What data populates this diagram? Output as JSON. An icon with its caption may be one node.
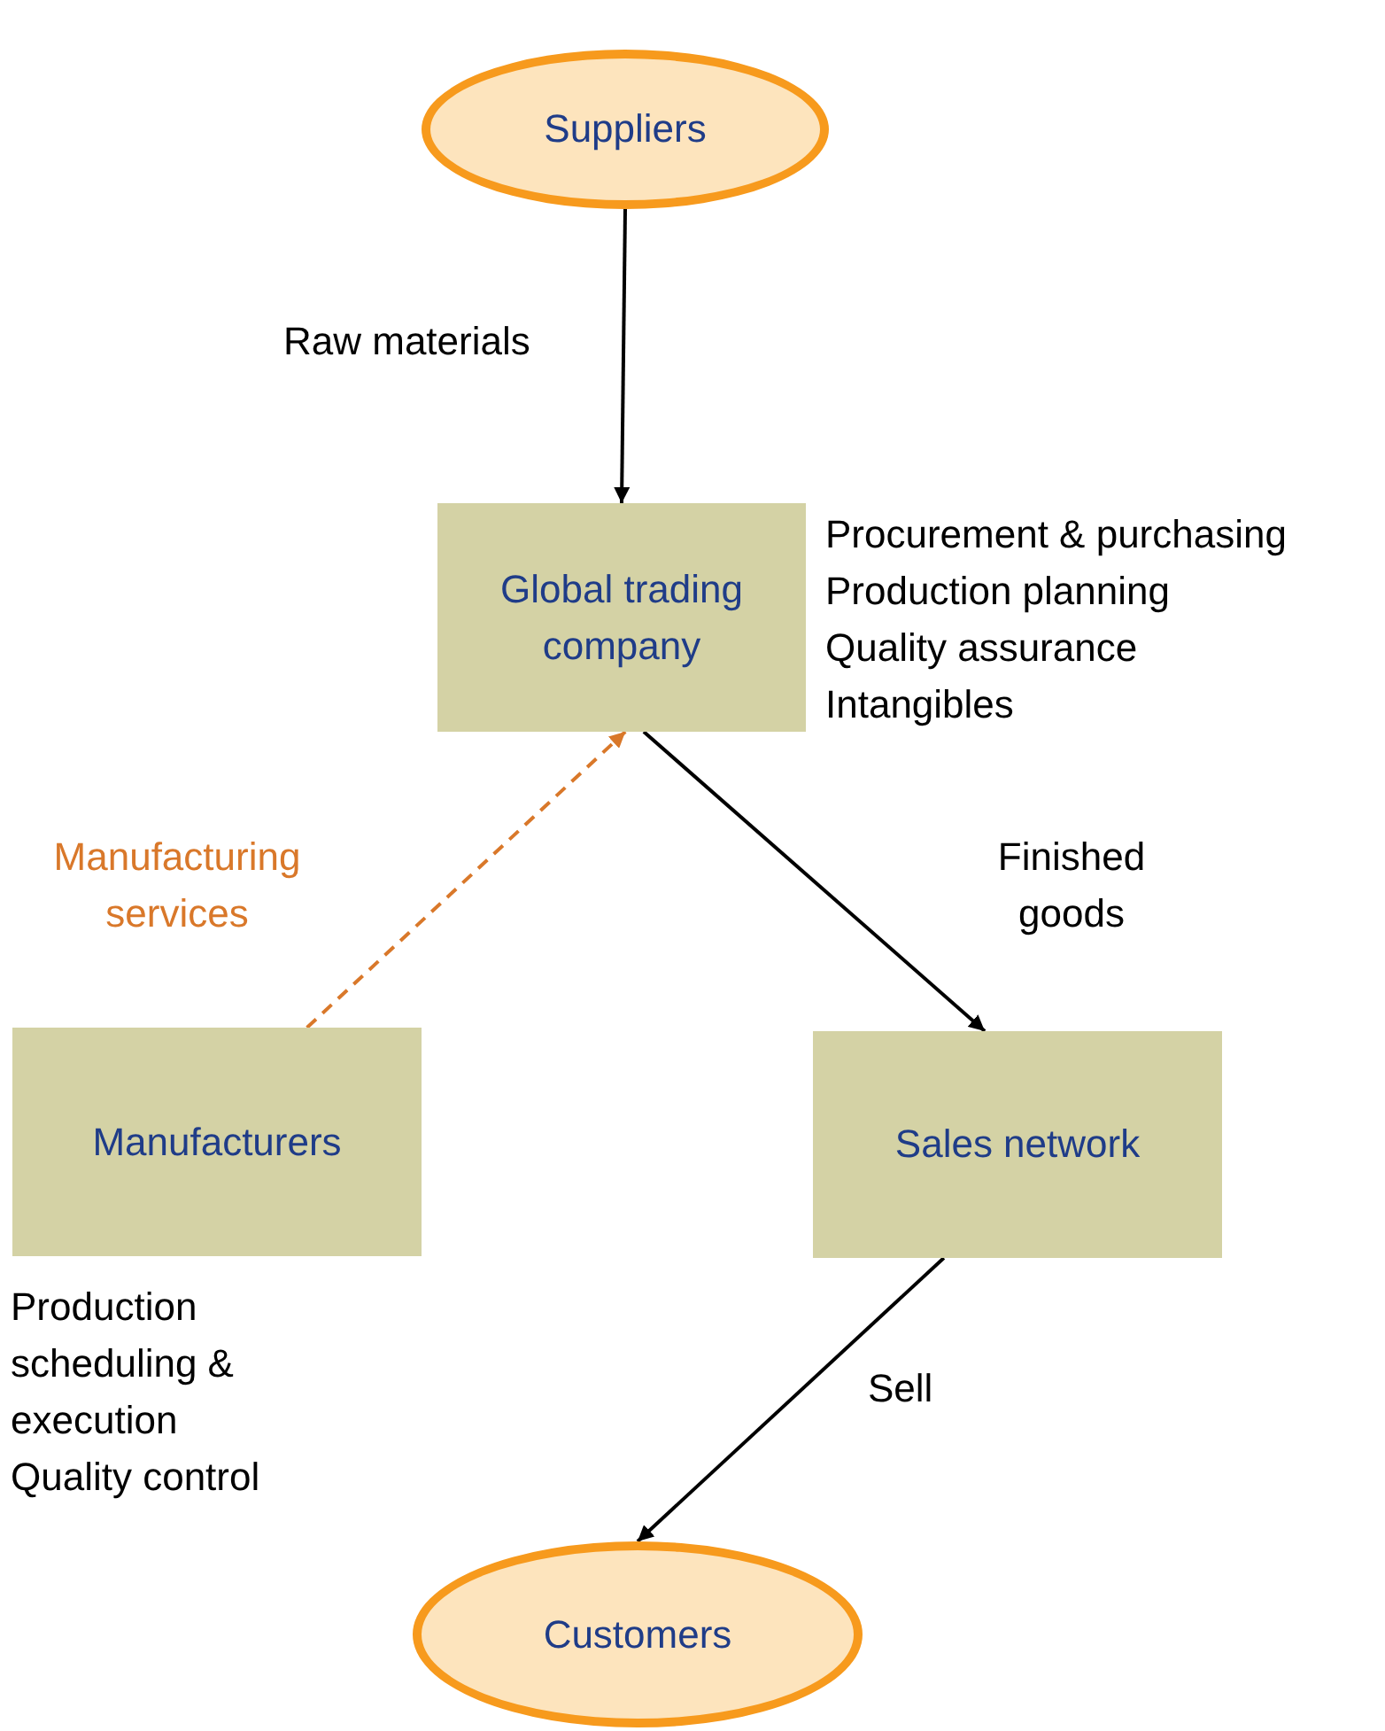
{
  "diagram": {
    "nodes": [
      {
        "text": [
          "Suppliers"
        ]
      },
      {
        "text": [
          "Global trading company"
        ],
        "beside": [
          "Procurement & purchasing",
          "Production planning",
          "Quality assurance",
          "Intangibles"
        ]
      },
      {
        "text": [
          "Manufacturers"
        ],
        "beside": [
          "Production scheduling & execution",
          "Quality control"
        ]
      },
      {
        "text": [
          "Sales network"
        ]
      },
      {
        "text": [
          "Customers"
        ]
      }
    ],
    "edges": [
      {
        "from": 0,
        "to": 1,
        "arrow": "to",
        "label": "Raw materials"
      },
      {
        "from": 1,
        "to": 3,
        "arrow": "to",
        "label": "Finished goods"
      },
      {
        "from": 2,
        "to": 1,
        "arrow": "to",
        "label": "Manufacturing services",
        "style": "dashed",
        "color": "#d9782a"
      },
      {
        "from": 3,
        "to": 4,
        "arrow": "to",
        "label": "Sell"
      }
    ]
  }
}
